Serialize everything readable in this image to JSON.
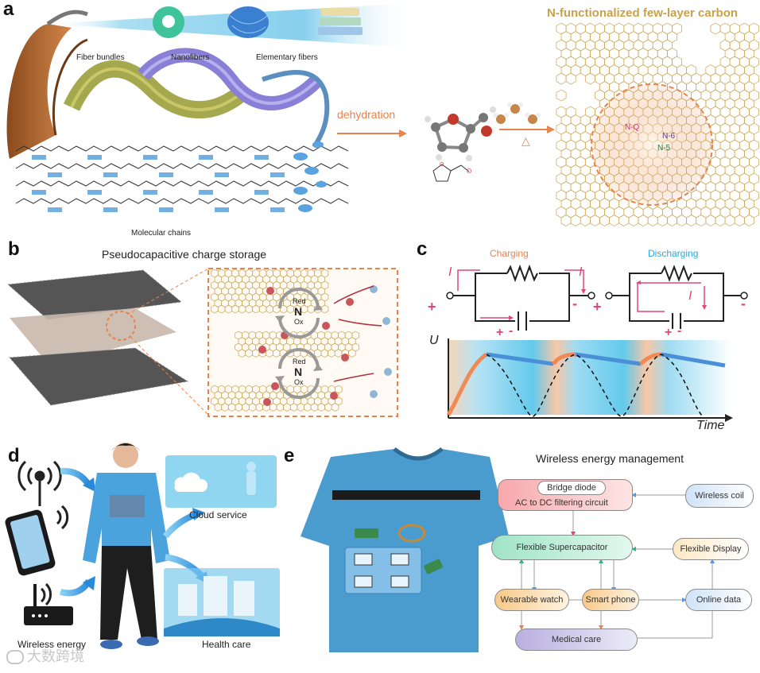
{
  "panels": {
    "a": "a",
    "b": "b",
    "c": "c",
    "d": "d",
    "e": "e"
  },
  "panel_a": {
    "fiber_bundles": "Fiber bundles",
    "nanofibers": "Nanofibers",
    "elementary_fibers": "Elementary fibers",
    "molecular_chains": "Molecular chains",
    "dehydration": "dehydration",
    "delta": "△",
    "title": "N-functionalized few-layer carbon",
    "nq": "N-Q",
    "n6": "N-6",
    "n5": "N-5"
  },
  "panel_b": {
    "title": "Pseudocapacitive charge storage",
    "red": "Red",
    "n": "N",
    "ox": "Ox"
  },
  "panel_c": {
    "charging": "Charging",
    "discharging": "Discharging",
    "i": "I",
    "plus": "+",
    "minus": "-",
    "u_axis": "U",
    "time_axis": "Time"
  },
  "panel_d": {
    "cloud_service": "Cloud service",
    "health_care": "Health care",
    "wireless_energy": "Wireless energy"
  },
  "panel_e": {
    "title": "Wireless energy management",
    "bridge_diode": "Bridge diode",
    "ac_dc": "AC to DC filtering circuit",
    "wireless_coil": "Wireless coil",
    "flexible_supercapacitor": "Flexible Supercapacitor",
    "flexible_display": "Flexible Display",
    "wearable_watch": "Wearable watch",
    "smart_phone": "Smart phone",
    "online_data": "Online data",
    "medical_care": "Medical care"
  },
  "watermark": "大数跨境",
  "colors": {
    "orange": "#e8834e",
    "blue": "#4a90d9",
    "pink": "#e0457b",
    "gold": "#c8a24a",
    "cyan": "#2fb8e6"
  }
}
